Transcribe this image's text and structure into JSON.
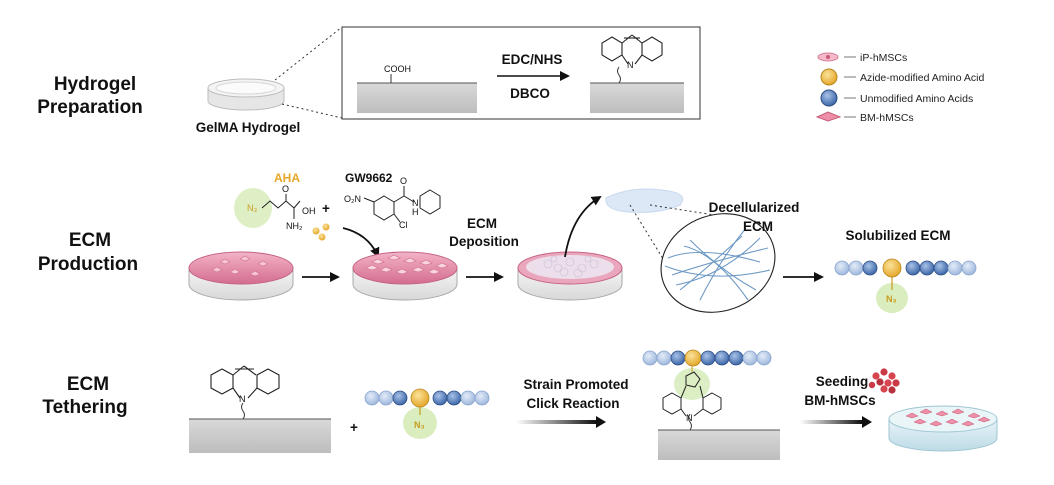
{
  "rows": {
    "hydrogel": [
      "Hydrogel",
      "Preparation"
    ],
    "ecm_production": [
      "ECM",
      "Production"
    ],
    "ecm_tethering": [
      "ECM",
      "Tethering"
    ]
  },
  "hydrogel": {
    "caption": "GelMA Hydrogel",
    "cooh": "COOH",
    "reagent_top": "EDC/NHS",
    "reagent_bottom": "DBCO",
    "n_label": "N"
  },
  "legend": {
    "ip_hmscs": "iP-hMSCs",
    "azide": "Azide-modified Amino Acid",
    "unmodified": "Unmodified Amino Acids",
    "bm_hmscs": "BM-hMSCs"
  },
  "production": {
    "aha": "AHA",
    "n3": "N₃",
    "oh": "OH",
    "o": "O",
    "nh2": "NH₂",
    "plus": "+",
    "gw_title": "GW9662",
    "gw_o": "O",
    "gw_no2": "O₂N",
    "gw_nh": "N",
    "gw_h": "H",
    "gw_cl": "Cl",
    "deposition": [
      "ECM",
      "Deposition"
    ],
    "decell": [
      "Decellularized",
      "ECM"
    ],
    "solubilized": "Solubilized ECM",
    "chain_n3": "N₃"
  },
  "tethering": {
    "n_label": "N",
    "plus": "+",
    "chain_n3": "N₃",
    "reaction": [
      "Strain Promoted",
      "Click Reaction"
    ],
    "seeding": [
      "Seeding",
      "BM-hMSCs"
    ],
    "product_n": "N"
  },
  "colors": {
    "azide_gold": "#f2c14e",
    "amino_blue": "#4a78b8",
    "amino_light": "#b8cbe6",
    "plate_pink": "#e38aa8",
    "n3_green": "#d6ebb8",
    "surface_gray": "#c9c9c9"
  }
}
